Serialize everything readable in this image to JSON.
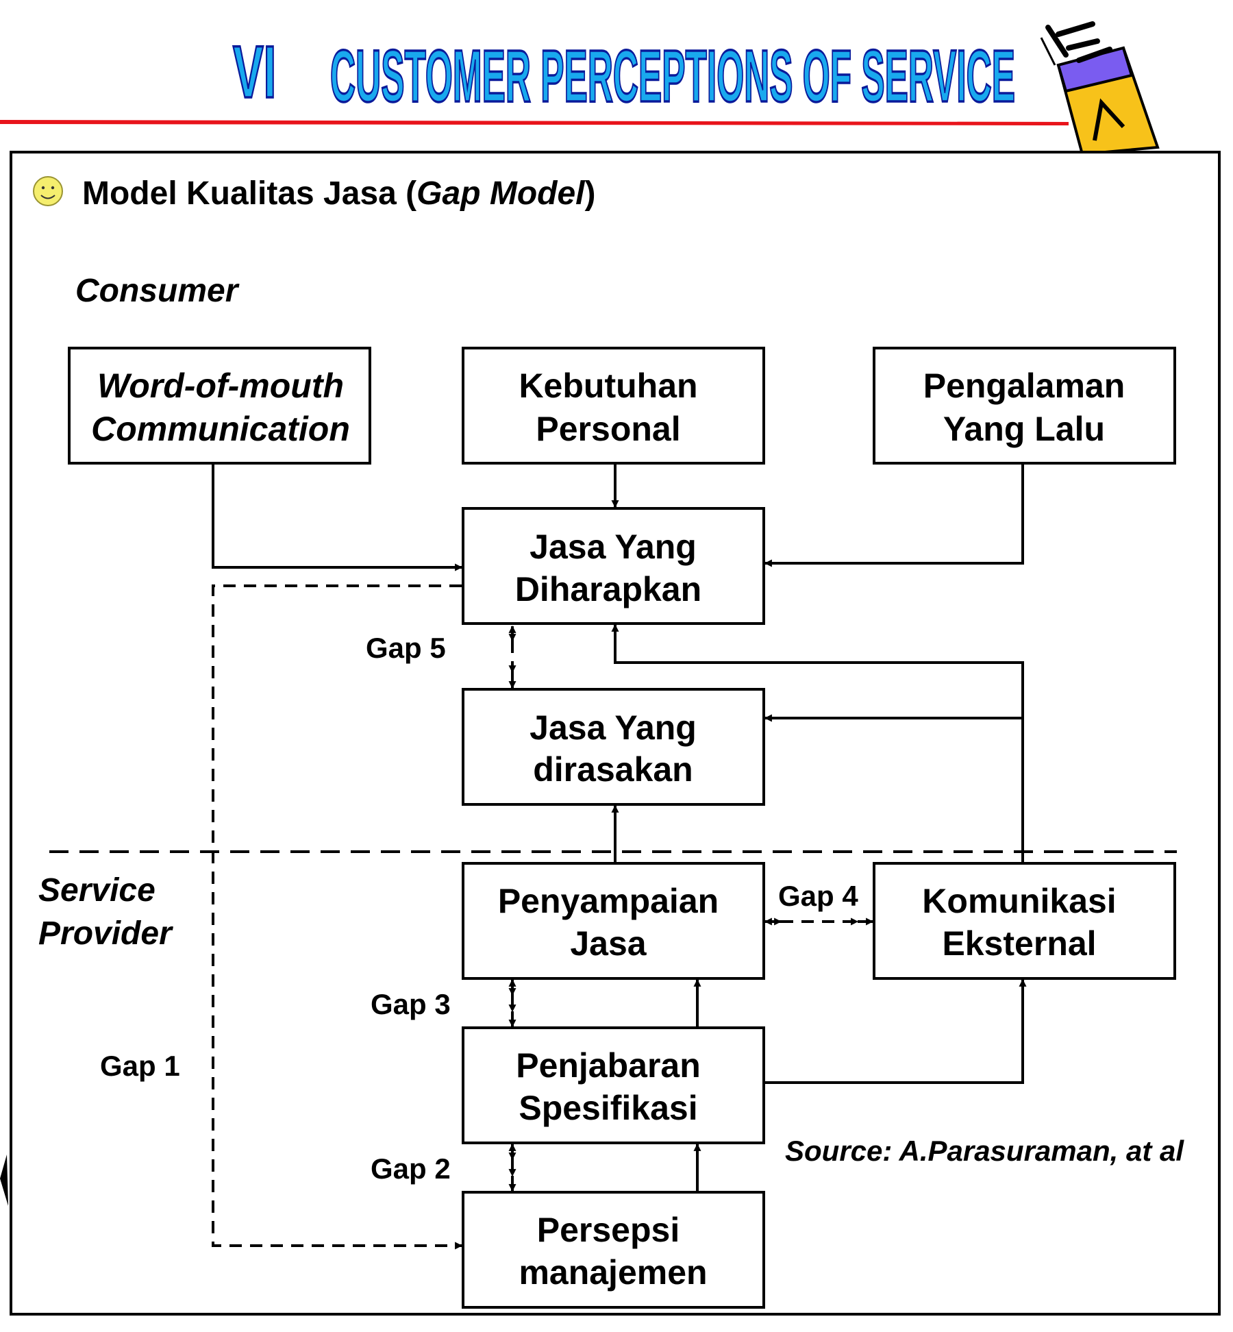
{
  "header": {
    "section_number": "VI",
    "title": "CUSTOMER PERCEPTIONS  OF SERVICE"
  },
  "diagram": {
    "heading_prefix": "Model Kualitas Jasa (",
    "heading_italic": "Gap Model",
    "heading_suffix": ")",
    "consumer_label": "Consumer",
    "provider_label_line1": "Service",
    "provider_label_line2": "Provider",
    "boxes": {
      "word_of_mouth": [
        "Word-of-mouth",
        "Communication"
      ],
      "kebutuhan": [
        "Kebutuhan",
        "Personal"
      ],
      "pengalaman": [
        "Pengalaman",
        "Yang Lalu"
      ],
      "diharapkan": [
        "Jasa Yang",
        "Diharapkan"
      ],
      "dirasakan": [
        "Jasa Yang",
        "dirasakan"
      ],
      "penyampaian": [
        "Penyampaian",
        "Jasa"
      ],
      "komunikasi": [
        "Komunikasi",
        "Eksternal"
      ],
      "penjabaran": [
        "Penjabaran",
        "Spesifikasi"
      ],
      "persepsi": [
        "Persepsi",
        "manajemen"
      ]
    },
    "gaps": {
      "gap1": "Gap 1",
      "gap2": "Gap 2",
      "gap3": "Gap 3",
      "gap4": "Gap 4",
      "gap5": "Gap 5"
    },
    "source": "Source: A.Parasuraman, at al"
  },
  "colors": {
    "title_fill": "#19a9ee",
    "title_outline": "#0a1a9a",
    "rule_red": "#e8141b",
    "smiley_yellow": "#f5ee6e",
    "pencil_yellow": "#f7c21a",
    "pencil_purple": "#7a5cf0"
  },
  "icons": [
    "smiley-icon",
    "pencil-icon"
  ]
}
